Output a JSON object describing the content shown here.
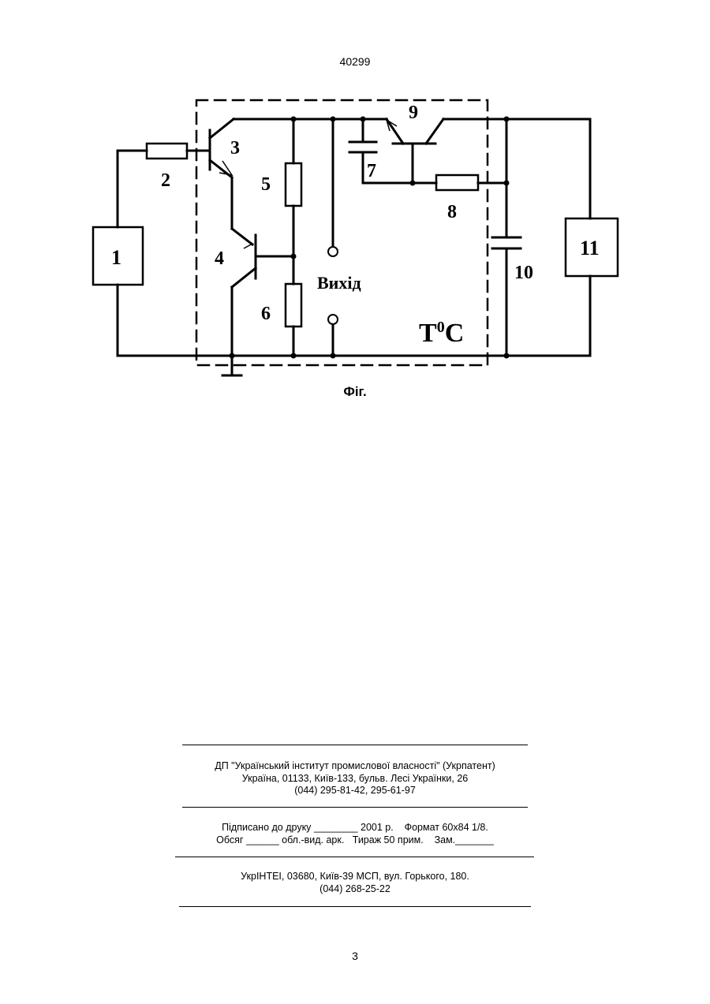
{
  "header": {
    "patent_number": "40299"
  },
  "figure": {
    "caption": "Фіг.",
    "labels": {
      "block_1": "1",
      "resistor_2": "2",
      "transistor_3": "3",
      "transistor_4": "4",
      "resistor_5": "5",
      "resistor_6": "6",
      "capacitor_7": "7",
      "resistor_8": "8",
      "transistor_9": "9",
      "capacitor_10": "10",
      "block_11": "11",
      "output": "Вихід",
      "temperature": "T",
      "temperature_sup": "0",
      "temperature_unit": "C"
    }
  },
  "footer": {
    "publisher_line1": "ДП \"Український інститут промислової власності\" (Укрпатент)",
    "publisher_line2": "Україна, 01133, Київ-133, бульв. Лесі Українки, 26",
    "publisher_line3": "(044) 295-81-42, 295-61-97",
    "print_line1": "Підписано до друку ________ 2001 р.    Формат 60х84 1/8.",
    "print_line2": "Обсяг ______ обл.-вид. арк.   Тираж 50 прим.    Зам._______",
    "printer_line1": "УкрІНТЕІ, 03680, Київ-39 МСП, вул. Горького, 180.",
    "printer_line2": "(044) 268-25-22"
  },
  "page_number": "3"
}
